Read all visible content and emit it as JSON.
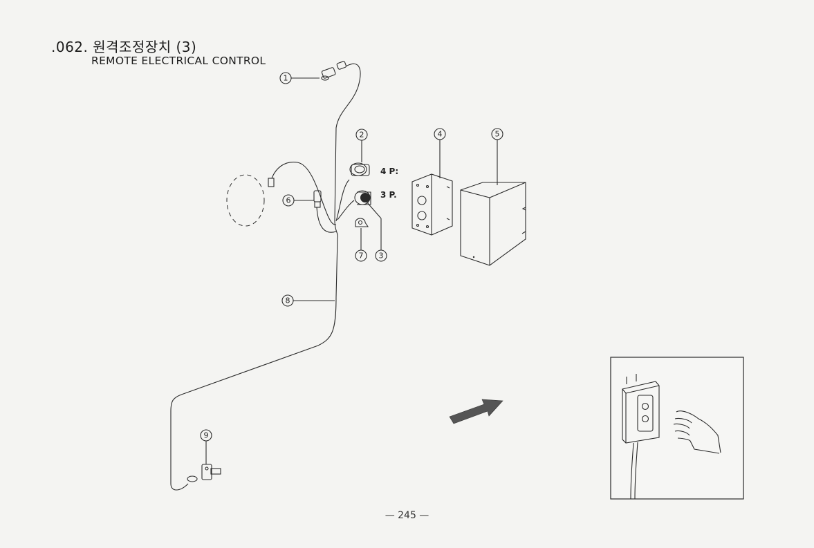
{
  "title": {
    "number_ko": ".062. 원격조정장치 (3)",
    "english": "REMOTE ELECTRICAL CONTROL"
  },
  "callouts": [
    {
      "id": "c1",
      "label": "1"
    },
    {
      "id": "c2",
      "label": "2"
    },
    {
      "id": "c3",
      "label": "3"
    },
    {
      "id": "c4",
      "label": "4"
    },
    {
      "id": "c5",
      "label": "5"
    },
    {
      "id": "c6",
      "label": "6"
    },
    {
      "id": "c7",
      "label": "7"
    },
    {
      "id": "c8",
      "label": "8"
    },
    {
      "id": "c9",
      "label": "9"
    }
  ],
  "connector_labels": {
    "four_pin": "4 P:",
    "three_pin": "3 P."
  },
  "page_number": "— 245 —",
  "colors": {
    "background": "#f4f4f2",
    "line": "#2a2a2a",
    "arrow": "#555555"
  }
}
